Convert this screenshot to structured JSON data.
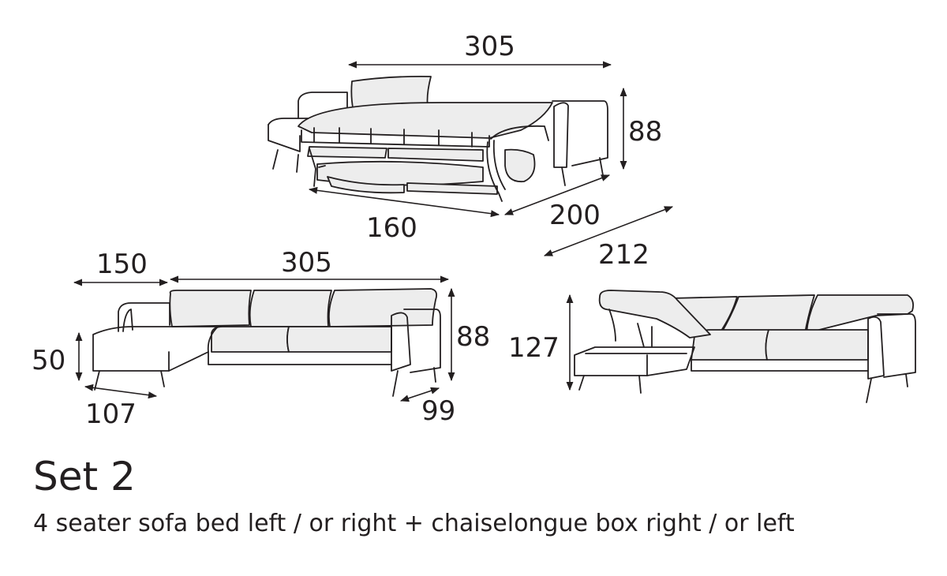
{
  "title": "Set 2",
  "subtitle": "4 seater sofa bed left / or right + chaiselongue box right / or left",
  "dimensions": {
    "bed_width": "305",
    "bed_height": "88",
    "bed_mattress_width": "160",
    "bed_mattress_length": "200",
    "bed_total_depth": "212",
    "chaise_width": "150",
    "sofa_width": "305",
    "sofa_height": "88",
    "seat_height": "50",
    "chaise_depth": "107",
    "sofa_depth": "99",
    "box_open_height": "127"
  },
  "colors": {
    "line": "#231f20",
    "cushion": "#ededed"
  }
}
